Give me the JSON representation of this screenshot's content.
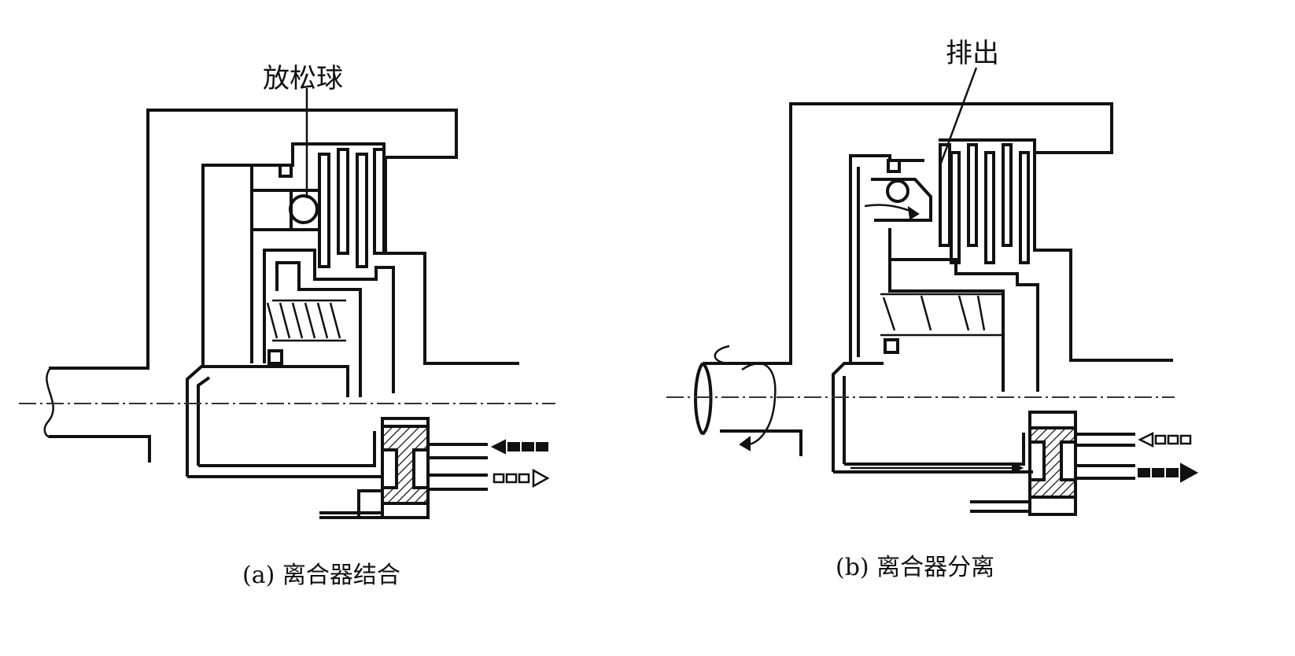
{
  "diagrams": [
    {
      "callout": "放松球",
      "caption": "(a) 离合器结合",
      "arrow_in": "filled-arrow-left-icon",
      "arrow_out": "open-arrow-right-icon"
    },
    {
      "callout": "排出",
      "caption": "(b) 离合器分离",
      "arrow_in": "open-arrow-left-icon",
      "arrow_out": "filled-arrow-right-icon"
    }
  ]
}
